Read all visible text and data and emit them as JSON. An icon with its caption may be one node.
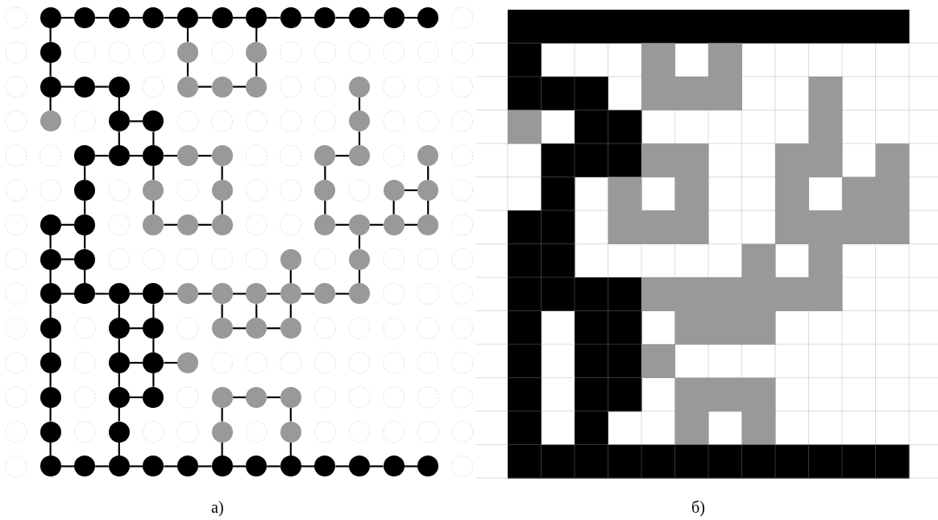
{
  "diagram": {
    "nodes": [
      {
        "text": [],
        "shape": "circle"
      },
      {
        "text": [],
        "shape": "circle"
      },
      {
        "text": [],
        "shape": "circle"
      },
      {
        "text": [],
        "shape": "circle"
      },
      {
        "text": [],
        "shape": "circle"
      },
      {
        "text": [],
        "shape": "circle"
      },
      {
        "text": [],
        "shape": "circle"
      },
      {
        "text": [],
        "shape": "circle"
      },
      {
        "text": [],
        "shape": "circle"
      },
      {
        "text": [],
        "shape": "circle"
      },
      {
        "text": [],
        "shape": "circle"
      },
      {
        "text": [],
        "shape": "circle"
      },
      {
        "text": [],
        "shape": "circle"
      },
      {
        "text": [],
        "shape": "circle"
      },
      {
        "text": [],
        "shape": "circle"
      },
      {
        "text": [],
        "shape": "circle"
      },
      {
        "text": [],
        "shape": "circle"
      },
      {
        "text": [],
        "shape": "circle"
      },
      {
        "text": [],
        "shape": "circle"
      },
      {
        "text": [],
        "shape": "circle"
      },
      {
        "text": [],
        "shape": "circle"
      },
      {
        "text": [],
        "shape": "circle"
      },
      {
        "text": [],
        "shape": "circle"
      },
      {
        "text": [],
        "shape": "circle"
      },
      {
        "text": [],
        "shape": "circle"
      },
      {
        "text": [],
        "shape": "circle"
      },
      {
        "text": [],
        "shape": "circle"
      },
      {
        "text": [],
        "shape": "circle"
      },
      {
        "text": [],
        "shape": "circle"
      },
      {
        "text": [],
        "shape": "circle"
      },
      {
        "text": [],
        "shape": "circle"
      },
      {
        "text": [],
        "shape": "circle"
      },
      {
        "text": [],
        "shape": "circle"
      },
      {
        "text": [],
        "shape": "circle"
      },
      {
        "text": [],
        "shape": "circle"
      },
      {
        "text": [],
        "shape": "circle"
      },
      {
        "text": [],
        "shape": "circle"
      },
      {
        "text": [],
        "shape": "circle"
      },
      {
        "text": [],
        "shape": "circle"
      },
      {
        "text": [],
        "shape": "circle"
      },
      {
        "text": [],
        "shape": "circle"
      },
      {
        "text": [],
        "shape": "circle"
      },
      {
        "text": [],
        "shape": "circle"
      },
      {
        "text": [],
        "shape": "circle"
      },
      {
        "text": [],
        "shape": "circle"
      },
      {
        "text": [],
        "shape": "circle"
      },
      {
        "text": [],
        "shape": "circle"
      },
      {
        "text": [],
        "shape": "circle"
      },
      {
        "text": [],
        "shape": "circle"
      },
      {
        "text": [],
        "shape": "circle"
      },
      {
        "text": [],
        "shape": "circle"
      },
      {
        "text": [],
        "shape": "circle"
      },
      {
        "text": [],
        "shape": "circle"
      },
      {
        "text": [],
        "shape": "circle"
      },
      {
        "text": [],
        "shape": "circle"
      },
      {
        "text": [],
        "shape": "circle"
      },
      {
        "text": [],
        "shape": "circle"
      },
      {
        "text": [],
        "shape": "circle"
      },
      {
        "text": [],
        "shape": "circle"
      },
      {
        "text": [],
        "shape": "circle"
      },
      {
        "text": [],
        "shape": "circle"
      },
      {
        "text": [],
        "shape": "circle"
      },
      {
        "text": [],
        "shape": "circle"
      },
      {
        "text": [],
        "shape": "circle"
      },
      {
        "text": [],
        "shape": "circle"
      },
      {
        "text": [],
        "shape": "circle"
      },
      {
        "text": [],
        "shape": "circle"
      },
      {
        "text": [],
        "shape": "circle"
      },
      {
        "text": [],
        "shape": "circle"
      },
      {
        "text": [],
        "shape": "circle"
      },
      {
        "text": [],
        "shape": "circle"
      },
      {
        "text": [],
        "shape": "circle"
      },
      {
        "text": [],
        "shape": "circle"
      },
      {
        "text": [],
        "shape": "circle"
      },
      {
        "text": [],
        "shape": "circle"
      },
      {
        "text": [],
        "shape": "circle"
      },
      {
        "text": [],
        "shape": "circle"
      },
      {
        "text": [],
        "shape": "circle"
      },
      {
        "text": [],
        "shape": "circle"
      },
      {
        "text": [],
        "shape": "circle"
      },
      {
        "text": [],
        "shape": "circle"
      },
      {
        "text": [],
        "shape": "circle"
      },
      {
        "text": [],
        "shape": "circle"
      },
      {
        "text": [],
        "shape": "circle"
      },
      {
        "text": [],
        "shape": "circle"
      },
      {
        "text": [],
        "shape": "circle"
      },
      {
        "text": [],
        "shape": "circle"
      },
      {
        "text": [],
        "shape": "circle"
      },
      {
        "text": [],
        "shape": "circle"
      },
      {
        "text": [],
        "shape": "circle"
      },
      {
        "text": [],
        "shape": "circle"
      },
      {
        "text": [],
        "shape": "circle"
      },
      {
        "text": [],
        "shape": "circle"
      },
      {
        "text": [],
        "shape": "circle"
      },
      {
        "text": [],
        "shape": "circle"
      }
    ],
    "edges": [
      {
        "from": 0,
        "to": 1,
        "arrow": "none"
      },
      {
        "from": 1,
        "to": 2,
        "arrow": "none"
      },
      {
        "from": 2,
        "to": 3,
        "arrow": "none"
      },
      {
        "from": 3,
        "to": 4,
        "arrow": "none"
      },
      {
        "from": 4,
        "to": 5,
        "arrow": "none"
      },
      {
        "from": 5,
        "to": 6,
        "arrow": "none"
      },
      {
        "from": 6,
        "to": 7,
        "arrow": "none"
      },
      {
        "from": 7,
        "to": 8,
        "arrow": "none"
      },
      {
        "from": 8,
        "to": 9,
        "arrow": "none"
      },
      {
        "from": 9,
        "to": 10,
        "arrow": "none"
      },
      {
        "from": 10,
        "to": 11,
        "arrow": "none"
      },
      {
        "from": 0,
        "to": 12,
        "arrow": "none"
      },
      {
        "from": 4,
        "to": 13,
        "arrow": "none"
      },
      {
        "from": 6,
        "to": 14,
        "arrow": "none"
      },
      {
        "from": 12,
        "to": 15,
        "arrow": "none"
      },
      {
        "from": 13,
        "to": 18,
        "arrow": "none"
      },
      {
        "from": 14,
        "to": 20,
        "arrow": "none"
      },
      {
        "from": 15,
        "to": 16,
        "arrow": "none"
      },
      {
        "from": 16,
        "to": 17,
        "arrow": "none"
      },
      {
        "from": 18,
        "to": 19,
        "arrow": "none"
      },
      {
        "from": 19,
        "to": 20,
        "arrow": "none"
      },
      {
        "from": 15,
        "to": 22,
        "arrow": "none"
      },
      {
        "from": 17,
        "to": 23,
        "arrow": "none"
      },
      {
        "from": 21,
        "to": 25,
        "arrow": "none"
      },
      {
        "from": 23,
        "to": 24,
        "arrow": "none"
      },
      {
        "from": 23,
        "to": 27,
        "arrow": "none"
      },
      {
        "from": 24,
        "to": 28,
        "arrow": "none"
      },
      {
        "from": 25,
        "to": 32,
        "arrow": "none"
      },
      {
        "from": 26,
        "to": 27,
        "arrow": "none"
      },
      {
        "from": 27,
        "to": 28,
        "arrow": "none"
      },
      {
        "from": 28,
        "to": 29,
        "arrow": "none"
      },
      {
        "from": 29,
        "to": 30,
        "arrow": "none"
      },
      {
        "from": 31,
        "to": 32,
        "arrow": "none"
      },
      {
        "from": 26,
        "to": 34,
        "arrow": "none"
      },
      {
        "from": 28,
        "to": 35,
        "arrow": "none"
      },
      {
        "from": 30,
        "to": 36,
        "arrow": "none"
      },
      {
        "from": 31,
        "to": 37,
        "arrow": "none"
      },
      {
        "from": 33,
        "to": 39,
        "arrow": "none"
      },
      {
        "from": 38,
        "to": 39,
        "arrow": "none"
      },
      {
        "from": 34,
        "to": 41,
        "arrow": "none"
      },
      {
        "from": 35,
        "to": 42,
        "arrow": "none"
      },
      {
        "from": 36,
        "to": 44,
        "arrow": "none"
      },
      {
        "from": 37,
        "to": 45,
        "arrow": "none"
      },
      {
        "from": 38,
        "to": 47,
        "arrow": "none"
      },
      {
        "from": 39,
        "to": 48,
        "arrow": "none"
      },
      {
        "from": 40,
        "to": 41,
        "arrow": "none"
      },
      {
        "from": 42,
        "to": 43,
        "arrow": "none"
      },
      {
        "from": 43,
        "to": 44,
        "arrow": "none"
      },
      {
        "from": 45,
        "to": 46,
        "arrow": "none"
      },
      {
        "from": 46,
        "to": 47,
        "arrow": "none"
      },
      {
        "from": 47,
        "to": 48,
        "arrow": "none"
      },
      {
        "from": 40,
        "to": 49,
        "arrow": "none"
      },
      {
        "from": 41,
        "to": 50,
        "arrow": "none"
      },
      {
        "from": 46,
        "to": 52,
        "arrow": "none"
      },
      {
        "from": 49,
        "to": 50,
        "arrow": "none"
      },
      {
        "from": 49,
        "to": 53,
        "arrow": "none"
      },
      {
        "from": 50,
        "to": 54,
        "arrow": "none"
      },
      {
        "from": 51,
        "to": 60,
        "arrow": "none"
      },
      {
        "from": 52,
        "to": 62,
        "arrow": "none"
      },
      {
        "from": 53,
        "to": 54,
        "arrow": "none"
      },
      {
        "from": 54,
        "to": 55,
        "arrow": "none"
      },
      {
        "from": 55,
        "to": 56,
        "arrow": "none"
      },
      {
        "from": 56,
        "to": 57,
        "arrow": "none"
      },
      {
        "from": 57,
        "to": 58,
        "arrow": "none"
      },
      {
        "from": 58,
        "to": 59,
        "arrow": "none"
      },
      {
        "from": 59,
        "to": 60,
        "arrow": "none"
      },
      {
        "from": 60,
        "to": 61,
        "arrow": "none"
      },
      {
        "from": 61,
        "to": 62,
        "arrow": "none"
      },
      {
        "from": 53,
        "to": 63,
        "arrow": "none"
      },
      {
        "from": 55,
        "to": 64,
        "arrow": "none"
      },
      {
        "from": 56,
        "to": 65,
        "arrow": "none"
      },
      {
        "from": 58,
        "to": 66,
        "arrow": "none"
      },
      {
        "from": 59,
        "to": 67,
        "arrow": "none"
      },
      {
        "from": 60,
        "to": 68,
        "arrow": "none"
      },
      {
        "from": 64,
        "to": 65,
        "arrow": "none"
      },
      {
        "from": 66,
        "to": 67,
        "arrow": "none"
      },
      {
        "from": 67,
        "to": 68,
        "arrow": "none"
      },
      {
        "from": 63,
        "to": 69,
        "arrow": "none"
      },
      {
        "from": 64,
        "to": 70,
        "arrow": "none"
      },
      {
        "from": 65,
        "to": 71,
        "arrow": "none"
      },
      {
        "from": 70,
        "to": 71,
        "arrow": "none"
      },
      {
        "from": 71,
        "to": 72,
        "arrow": "none"
      },
      {
        "from": 69,
        "to": 73,
        "arrow": "none"
      },
      {
        "from": 70,
        "to": 74,
        "arrow": "none"
      },
      {
        "from": 71,
        "to": 75,
        "arrow": "none"
      },
      {
        "from": 74,
        "to": 75,
        "arrow": "none"
      },
      {
        "from": 76,
        "to": 77,
        "arrow": "none"
      },
      {
        "from": 77,
        "to": 78,
        "arrow": "none"
      },
      {
        "from": 73,
        "to": 79,
        "arrow": "none"
      },
      {
        "from": 74,
        "to": 80,
        "arrow": "none"
      },
      {
        "from": 76,
        "to": 81,
        "arrow": "none"
      },
      {
        "from": 78,
        "to": 82,
        "arrow": "none"
      },
      {
        "from": 79,
        "to": 83,
        "arrow": "none"
      },
      {
        "from": 80,
        "to": 85,
        "arrow": "none"
      },
      {
        "from": 81,
        "to": 88,
        "arrow": "none"
      },
      {
        "from": 82,
        "to": 90,
        "arrow": "none"
      },
      {
        "from": 83,
        "to": 84,
        "arrow": "none"
      },
      {
        "from": 84,
        "to": 85,
        "arrow": "none"
      },
      {
        "from": 85,
        "to": 86,
        "arrow": "none"
      },
      {
        "from": 86,
        "to": 87,
        "arrow": "none"
      },
      {
        "from": 87,
        "to": 88,
        "arrow": "none"
      },
      {
        "from": 88,
        "to": 89,
        "arrow": "none"
      },
      {
        "from": 89,
        "to": 90,
        "arrow": "none"
      },
      {
        "from": 90,
        "to": 91,
        "arrow": "none"
      },
      {
        "from": 91,
        "to": 92,
        "arrow": "none"
      },
      {
        "from": 92,
        "to": 93,
        "arrow": "none"
      },
      {
        "from": 93,
        "to": 94,
        "arrow": "none"
      }
    ],
    "labels": [
      "а)",
      "б)"
    ]
  }
}
